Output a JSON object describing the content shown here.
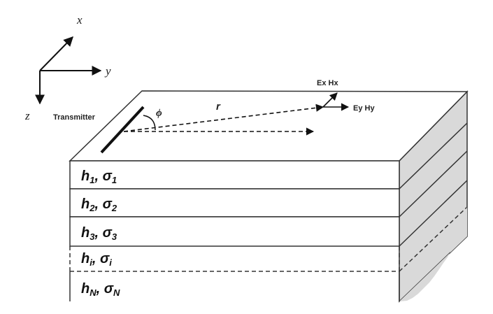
{
  "axes": {
    "x": "x",
    "y": "y",
    "z": "z"
  },
  "transmitter_label": "Transmitter",
  "distance_label": "r",
  "angle_label": "ϕ",
  "field_labels": {
    "upper": "Ex Hx",
    "right": "Ey Hy"
  },
  "layers": [
    {
      "h": "h",
      "h_sub": "1",
      "sigma": "σ",
      "sigma_sub": "1"
    },
    {
      "h": "h",
      "h_sub": "2",
      "sigma": "σ",
      "sigma_sub": "2"
    },
    {
      "h": "h",
      "h_sub": "3",
      "sigma": "σ",
      "sigma_sub": "3"
    },
    {
      "h": "h",
      "h_sub": "i",
      "sigma": "σ",
      "sigma_sub": "i"
    },
    {
      "h": "h",
      "h_sub": "N",
      "sigma": "σ",
      "sigma_sub": "N"
    }
  ],
  "colors": {
    "line": "#333333",
    "side_fill": "#d9d9d9",
    "top_fill": "#ffffff"
  }
}
